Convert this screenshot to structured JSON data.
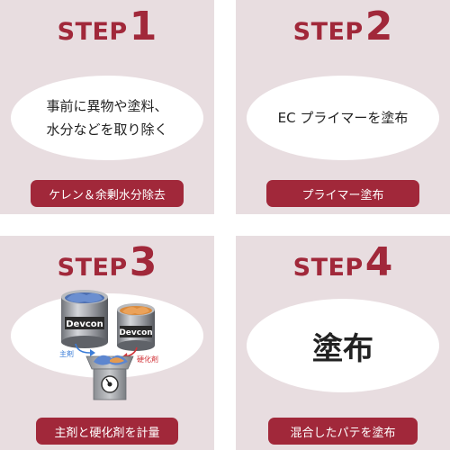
{
  "steps": [
    {
      "word": "STEP",
      "number": "1",
      "bubble_text": "事前に異物や塗料、\n水分などを取り除く",
      "pill": "ケレン＆余剰水分除去"
    },
    {
      "word": "STEP",
      "number": "2",
      "bubble_text": "EC プライマーを塗布",
      "pill": "プライマー塗布"
    },
    {
      "word": "STEP",
      "number": "3",
      "pill": "主剤と硬化剤を計量",
      "illustration": {
        "can_brand_left": "Devcon",
        "can_brand_right": "Devcon",
        "label_main": "主剤",
        "label_hardener": "硬化剤"
      }
    },
    {
      "word": "STEP",
      "number": "4",
      "bubble_text": "塗布",
      "pill": "混合したパテを塗布"
    }
  ],
  "colors": {
    "accent": "#a1283a",
    "panel_bg": "#e8dde0",
    "arrow_blue": "#3b7dd8",
    "arrow_red": "#d2343a"
  }
}
